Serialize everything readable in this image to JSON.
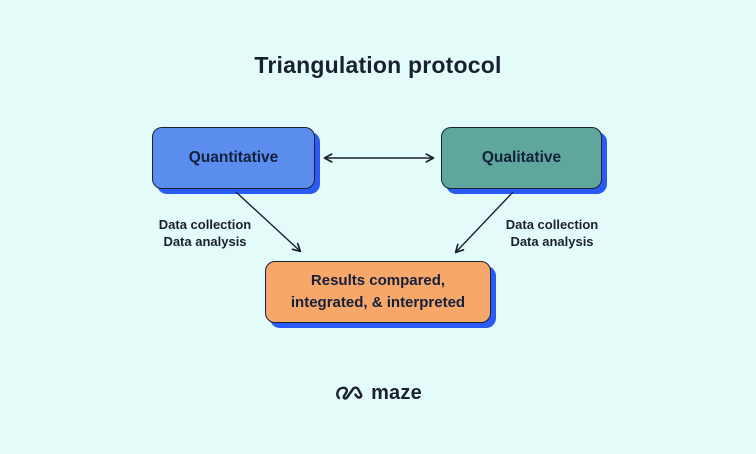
{
  "title": "Triangulation protocol",
  "nodes": {
    "quantitative": {
      "label": "Quantitative"
    },
    "qualitative": {
      "label": "Qualitative"
    },
    "results": {
      "label_line1": "Results compared,",
      "label_line2": "integrated, & interpreted"
    }
  },
  "edge_labels": {
    "left": {
      "lines": [
        "Data collection",
        "Data analysis"
      ]
    },
    "right": {
      "lines": [
        "Data collection",
        "Data analysis"
      ]
    }
  },
  "edges": [
    {
      "from": "quantitative",
      "to": "qualitative",
      "type": "double-arrow"
    },
    {
      "from": "quantitative",
      "to": "results",
      "type": "arrow"
    },
    {
      "from": "qualitative",
      "to": "results",
      "type": "arrow"
    }
  ],
  "logo": {
    "text": "maze"
  },
  "colors": {
    "background": "#e3fcfa",
    "quantitative_fill": "#5b8def",
    "qualitative_fill": "#5fa79c",
    "results_fill": "#f7a76a",
    "shadow": "#2b5bf6",
    "ink": "#1b202e"
  }
}
